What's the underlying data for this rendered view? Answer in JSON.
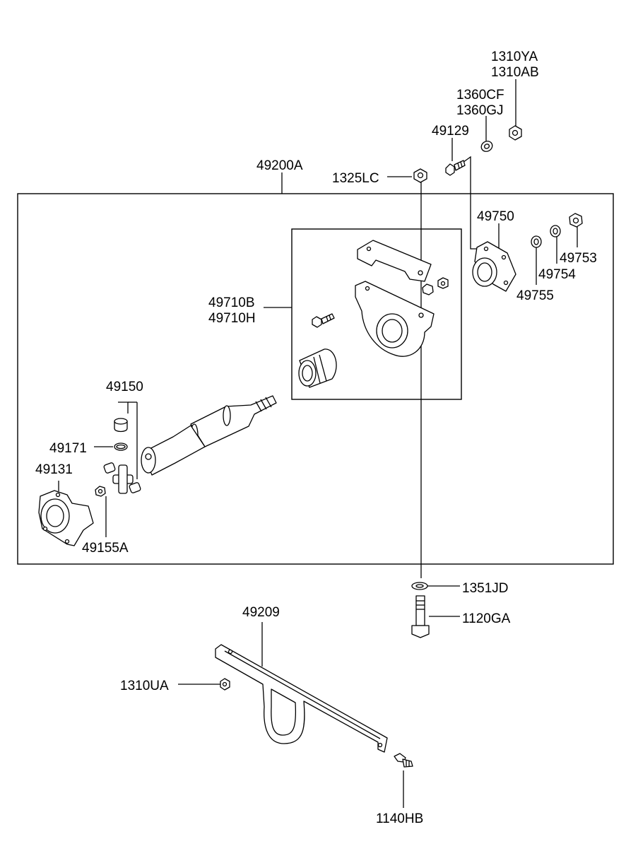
{
  "labels": {
    "p1310YA": "1310YA",
    "p1310AB": "1310AB",
    "p1360CF": "1360CF",
    "p1360GJ": "1360GJ",
    "p49129": "49129",
    "p49200A": "49200A",
    "p1325LC": "1325LC",
    "p49750": "49750",
    "p49753": "49753",
    "p49754": "49754",
    "p49755": "49755",
    "p49710B": "49710B",
    "p49710H": "49710H",
    "p49150": "49150",
    "p49171": "49171",
    "p49131": "49131",
    "p49155A": "49155A",
    "p1351JD": "1351JD",
    "p1120GA": "1120GA",
    "p49209": "49209",
    "p1310UA": "1310UA",
    "p1140HB": "1140HB"
  },
  "colors": {
    "line": "#000000",
    "background": "#ffffff"
  }
}
